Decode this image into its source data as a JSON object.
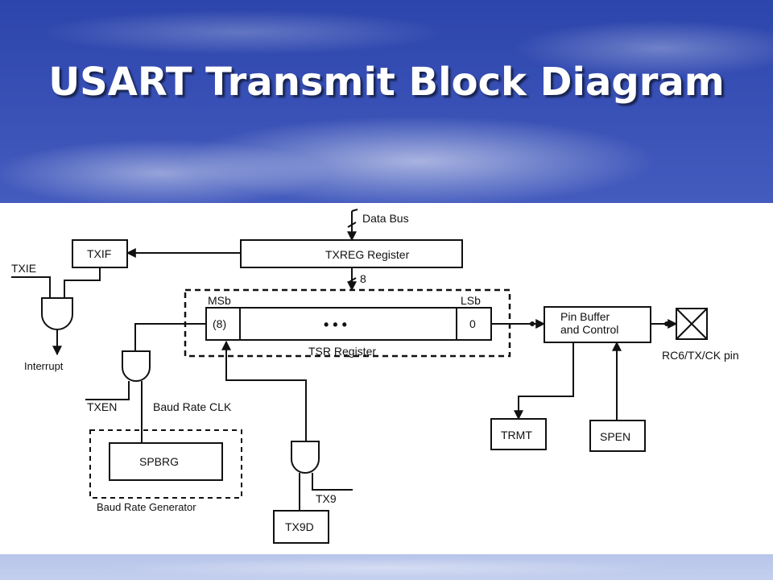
{
  "slide": {
    "title": "USART Transmit Block Diagram"
  },
  "diagram": {
    "data_bus_label": "Data Bus",
    "txreg_label": "TXREG Register",
    "bus_width_label": "8",
    "txif_label": "TXIF",
    "txie_label": "TXIE",
    "interrupt_label": "Interrupt",
    "msb_label": "MSb",
    "lsb_label": "LSb",
    "tsr_bit8_label": "(8)",
    "tsr_dots_label": "• • •",
    "tsr_bit0_label": "0",
    "tsr_register_label": "TSR Register",
    "pin_buffer_line1": "Pin Buffer",
    "pin_buffer_line2": "and Control",
    "pin_label": "RC6/TX/CK pin",
    "txen_label": "TXEN",
    "baud_clk_label": "Baud Rate CLK",
    "spbrg_label": "SPBRG",
    "baud_gen_label": "Baud Rate Generator",
    "trmt_label": "TRMT",
    "spen_label": "SPEN",
    "tx9_label": "TX9",
    "tx9d_label": "TX9D"
  }
}
